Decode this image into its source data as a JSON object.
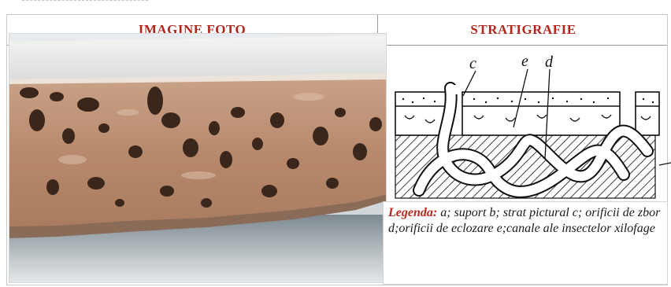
{
  "table": {
    "left_header": "IMAGINE FOTO",
    "right_header": "STRATIGRAFIE"
  },
  "photo": {
    "alt": "Sectiune prin lemn atacat de insecte xilofage"
  },
  "diagram": {
    "labels": {
      "c": "c",
      "e": "e",
      "d": "d"
    }
  },
  "legend": {
    "title": "Legenda:",
    "text": " a; suport b; strat pictural c; orificii de zbor d;orificii de eclozare e;canale ale insectelor xilofage"
  },
  "colors": {
    "header_red": "#b3261e",
    "legend_red": "#c0261d"
  }
}
